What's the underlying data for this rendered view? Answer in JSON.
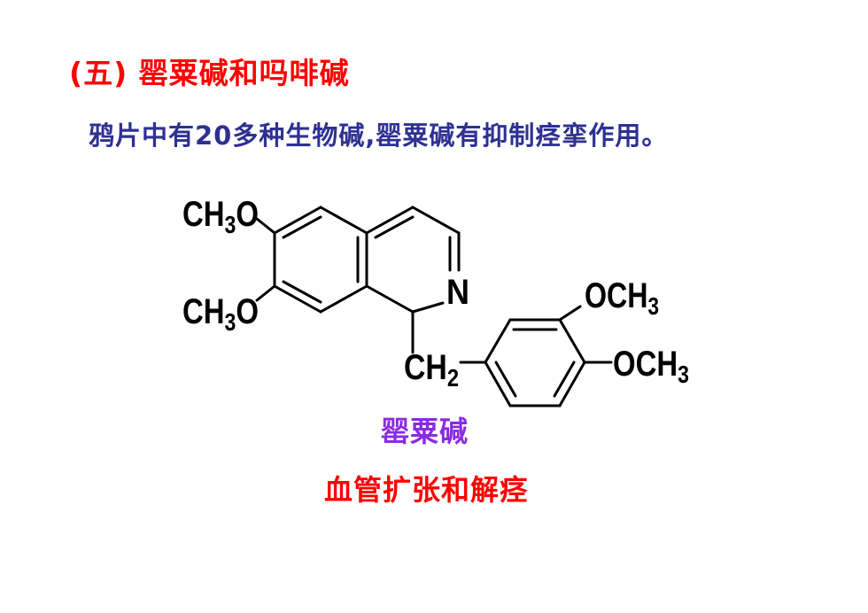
{
  "slide": {
    "title": "(五) 罂粟碱和吗啡碱",
    "intro": "鸦片中有20多种生物碱,罂粟碱有抑制痉挛作用。",
    "compound_name": "罂粟碱",
    "effect": "血管扩张和解痉"
  },
  "structure": {
    "labels": {
      "ch3": "CH",
      "ch3_sub": "3",
      "o": "O",
      "n": "N",
      "och": "OCH",
      "ch2": "CH",
      "ch2_sub": "2"
    }
  },
  "colors": {
    "title": "#ff0000",
    "intro": "#2e3192",
    "compound_name": "#8a2be2",
    "effect": "#ff0000",
    "bonds": "#000000"
  }
}
